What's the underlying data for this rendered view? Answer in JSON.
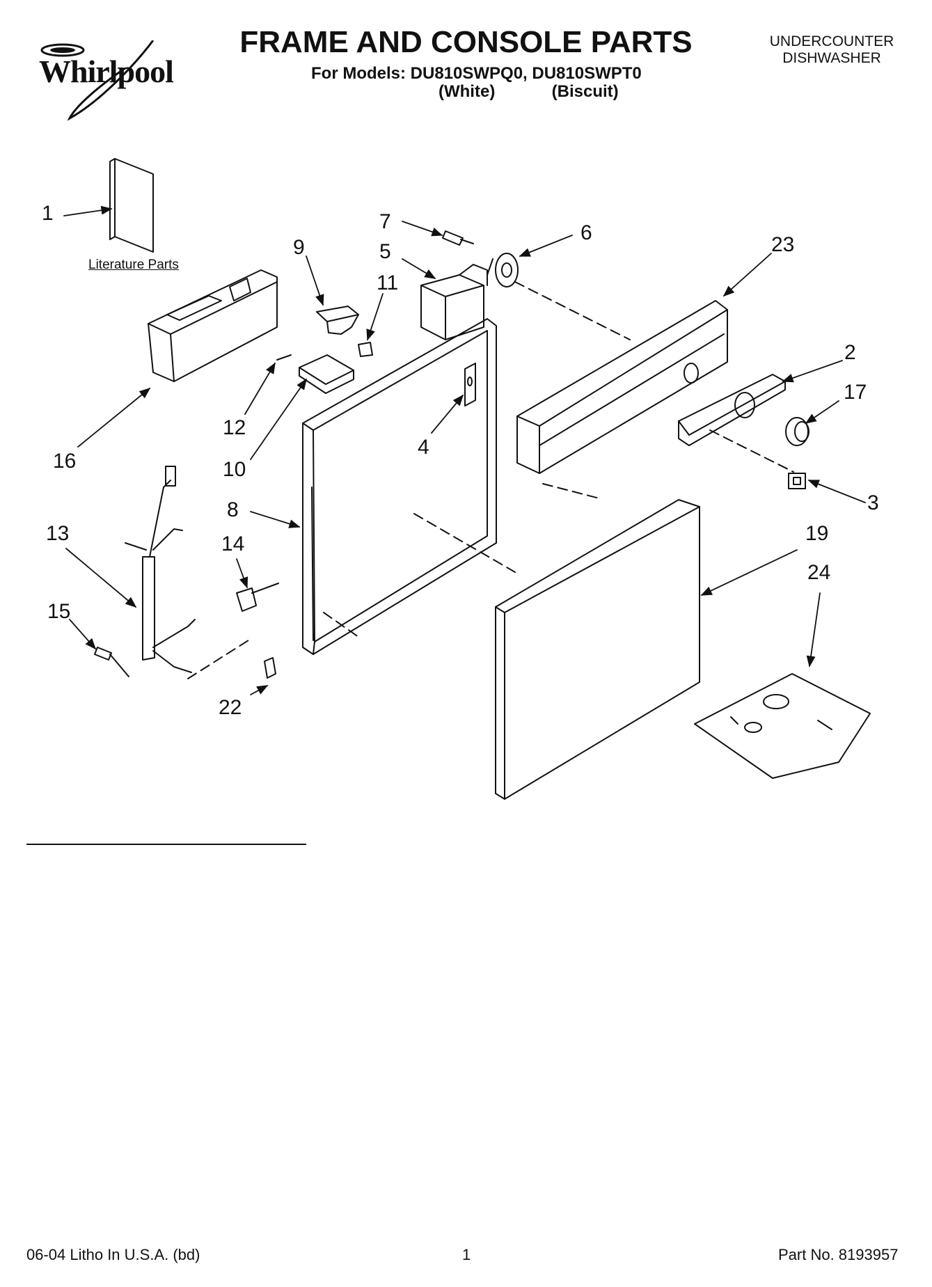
{
  "brand": "Whirlpool",
  "title": "FRAME AND CONSOLE PARTS",
  "models_line": "For Models: DU810SWPQ0, DU810SWPT0",
  "variants": [
    "(White)",
    "(Biscuit)"
  ],
  "product_type": [
    "UNDERCOUNTER",
    "DISHWASHER"
  ],
  "literature_label": "Literature Parts",
  "callouts": [
    {
      "id": "c1",
      "label": "1"
    },
    {
      "id": "c2",
      "label": "2"
    },
    {
      "id": "c3",
      "label": "3"
    },
    {
      "id": "c4",
      "label": "4"
    },
    {
      "id": "c5",
      "label": "5"
    },
    {
      "id": "c6",
      "label": "6"
    },
    {
      "id": "c7",
      "label": "7"
    },
    {
      "id": "c8",
      "label": "8"
    },
    {
      "id": "c9",
      "label": "9"
    },
    {
      "id": "c10",
      "label": "10"
    },
    {
      "id": "c11",
      "label": "11"
    },
    {
      "id": "c12",
      "label": "12"
    },
    {
      "id": "c13",
      "label": "13"
    },
    {
      "id": "c14",
      "label": "14"
    },
    {
      "id": "c15",
      "label": "15"
    },
    {
      "id": "c16",
      "label": "16"
    },
    {
      "id": "c17",
      "label": "17"
    },
    {
      "id": "c19",
      "label": "19"
    },
    {
      "id": "c22",
      "label": "22"
    },
    {
      "id": "c23",
      "label": "23"
    },
    {
      "id": "c24",
      "label": "24"
    }
  ],
  "footer": {
    "print_info": "06-04 Litho In U.S.A. (bd)",
    "page_number": "1",
    "part_number": "Part No. 8193957"
  }
}
